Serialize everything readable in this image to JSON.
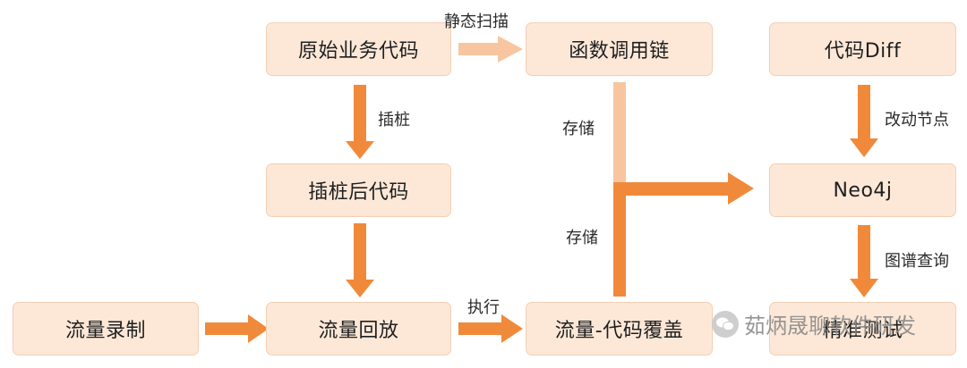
{
  "nodes": {
    "original_code": "原始业务代码",
    "call_chain": "函数调用链",
    "code_diff": "代码Diff",
    "instrumented_code": "插桩后代码",
    "neo4j": "Neo4j",
    "traffic_record": "流量录制",
    "traffic_replay": "流量回放",
    "coverage": "流量-代码覆盖",
    "precise_test": "精准测试"
  },
  "edges": {
    "static_scan": "静态扫描",
    "instrument": "插桩",
    "store_top": "存储",
    "store_bottom": "存储",
    "change_points": "改动节点",
    "graph_query": "图谱查询",
    "execute": "执行"
  },
  "watermark": "茹炳晟聊软件研发",
  "colors": {
    "node_fill": "#fde8d8",
    "arrow": "#f08a3a",
    "arrow_light": "#f7c6a0"
  }
}
